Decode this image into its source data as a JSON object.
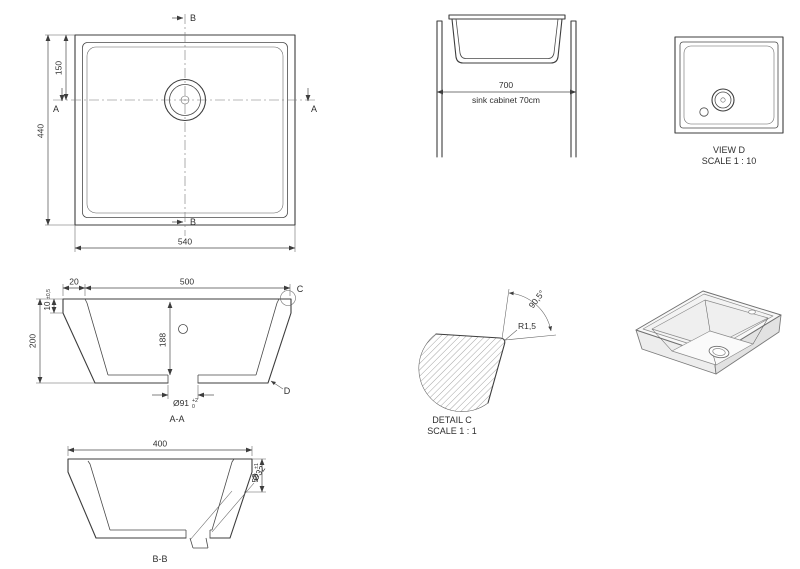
{
  "drawing_bg": "#ffffff",
  "plan_view": {
    "dim_height": "440",
    "dim_drain_offset": "150",
    "dim_width": "540",
    "marker_a": "A",
    "marker_b": "B"
  },
  "front_view": {
    "dim_width": "700",
    "caption": "sink cabinet 70cm"
  },
  "view_d": {
    "title": "VIEW D",
    "scale": "SCALE 1 : 10"
  },
  "section_aa": {
    "label": "A-A",
    "dim_flange_width": "20",
    "dim_opening_width": "500",
    "dim_lip_height": "10",
    "dim_lip_tolerance": "±0,5",
    "dim_total_height": "200",
    "dim_bowl_depth": "188",
    "dim_drain_diameter": "Ø91",
    "drain_tolerance_upper": "+2",
    "drain_tolerance_lower": "0",
    "marker_c": "C",
    "marker_d": "D"
  },
  "detail_c": {
    "title": "DETAIL C",
    "scale": "SCALE 1 : 1",
    "dim_radius": "R1,5",
    "dim_angle": "90,5°"
  },
  "section_bb": {
    "label": "B-B",
    "dim_width": "400",
    "dim_depth": "58",
    "dim_depth_tolerance": "±1",
    "dim_drain_diameter": "Ø32"
  }
}
